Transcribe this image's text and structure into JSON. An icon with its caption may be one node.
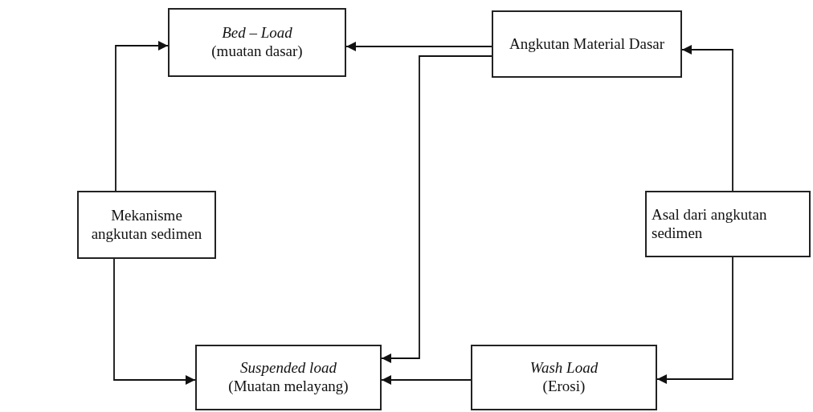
{
  "diagram": {
    "nodes": [
      {
        "text": [
          "*Bed – Load*",
          "(muatan dasar)"
        ]
      },
      {
        "text": [
          "Angkutan Material Dasar"
        ]
      },
      {
        "text": [
          "Mekanisme angkutan sedimen"
        ]
      },
      {
        "text": [
          "Asal dari angkutan sedimen"
        ]
      },
      {
        "text": [
          "*Suspended load*",
          "(Muatan melayang)"
        ]
      },
      {
        "text": [
          "*Wash Load*",
          "(Erosi)"
        ]
      }
    ],
    "edges": [
      {
        "from": 2,
        "to": 0,
        "arrow": "to"
      },
      {
        "from": 2,
        "to": 4,
        "arrow": "to"
      },
      {
        "from": 1,
        "to": 0,
        "arrow": "to"
      },
      {
        "from": 1,
        "to": 4,
        "arrow": "to"
      },
      {
        "from": 3,
        "to": 1,
        "arrow": "to"
      },
      {
        "from": 3,
        "to": 5,
        "arrow": "to"
      },
      {
        "from": 5,
        "to": 4,
        "arrow": "to"
      }
    ]
  }
}
